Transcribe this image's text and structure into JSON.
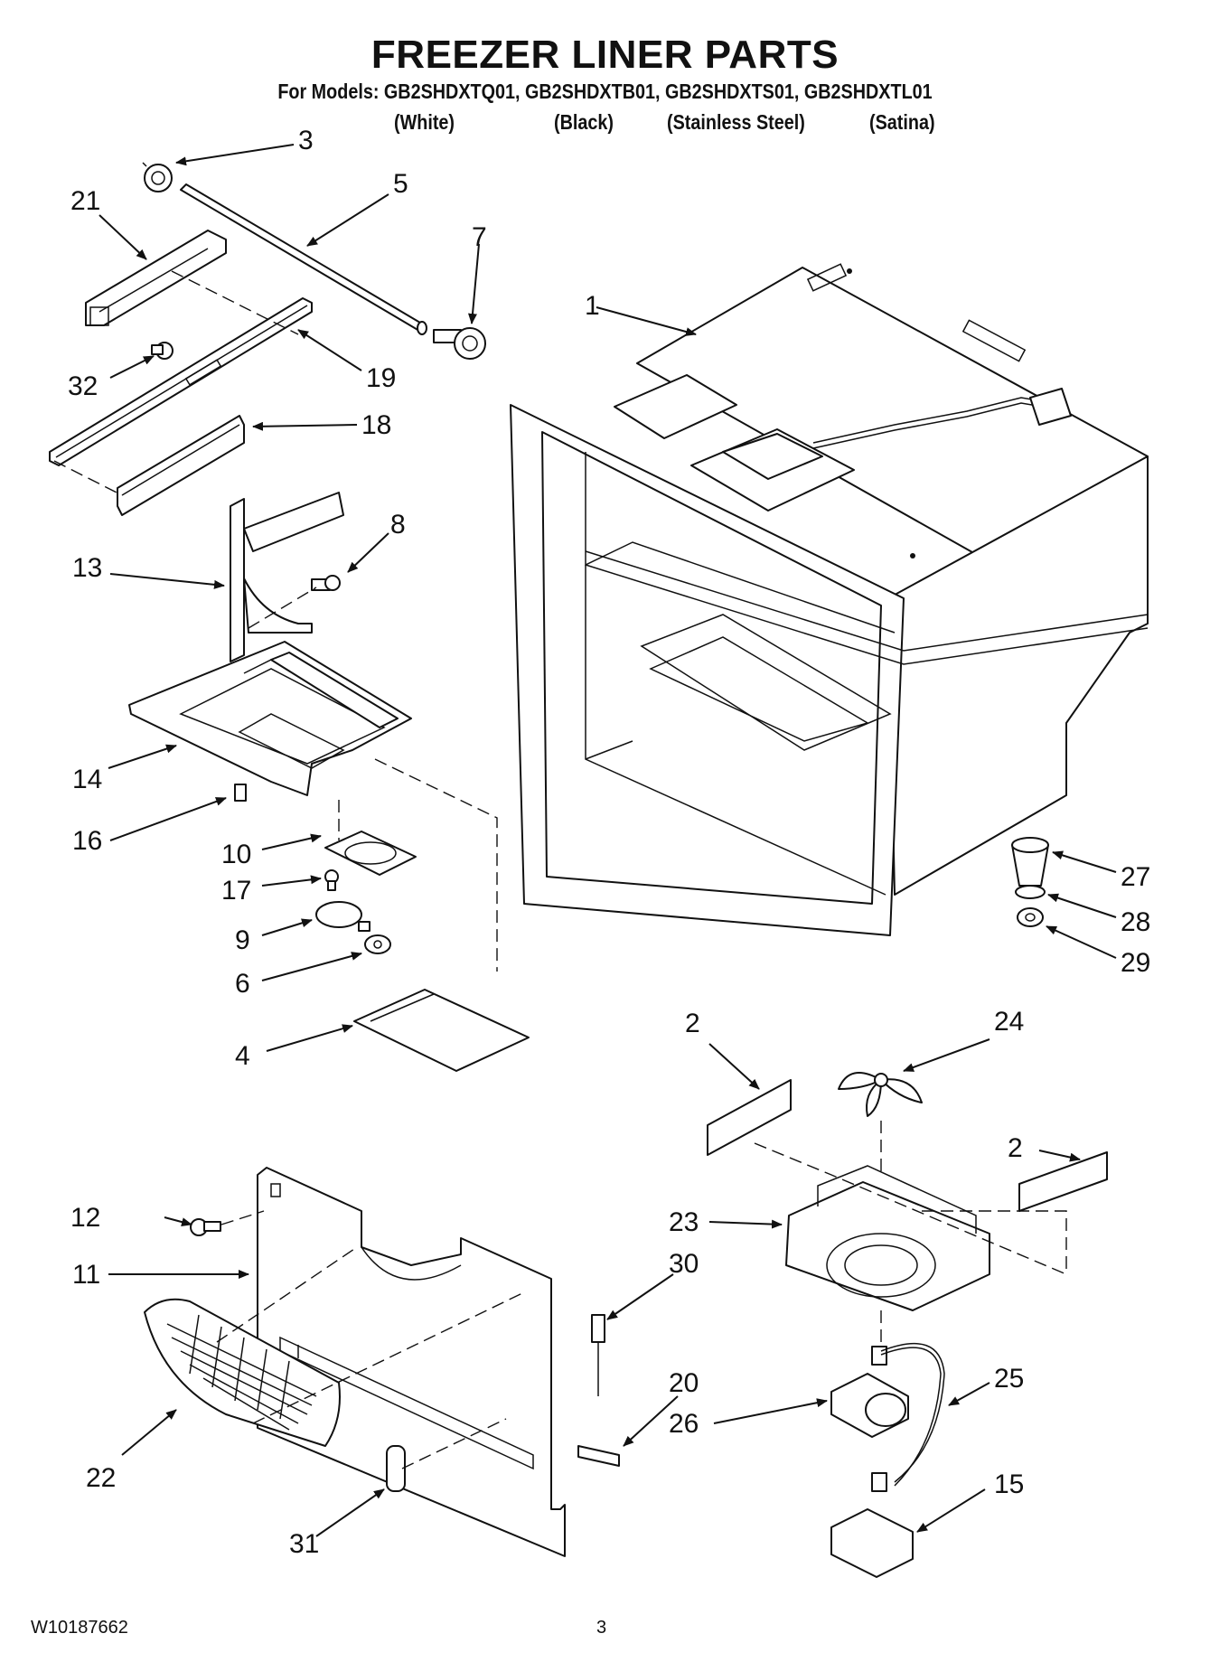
{
  "header": {
    "title": "FREEZER LINER PARTS",
    "models": "For Models: GB2SHDXTQ01, GB2SHDXTB01, GB2SHDXTS01, GB2SHDXTL01",
    "finishes": [
      "(White)",
      "(Black)",
      "(Stainless Steel)",
      "(Satina)"
    ]
  },
  "callouts": [
    "1",
    "2",
    "2",
    "3",
    "4",
    "5",
    "6",
    "7",
    "8",
    "9",
    "10",
    "11",
    "12",
    "13",
    "14",
    "15",
    "16",
    "17",
    "18",
    "19",
    "20",
    "21",
    "22",
    "23",
    "24",
    "25",
    "26",
    "27",
    "28",
    "29",
    "30",
    "31",
    "32"
  ],
  "footer": {
    "doc_number": "W10187662",
    "page_number": "3"
  }
}
